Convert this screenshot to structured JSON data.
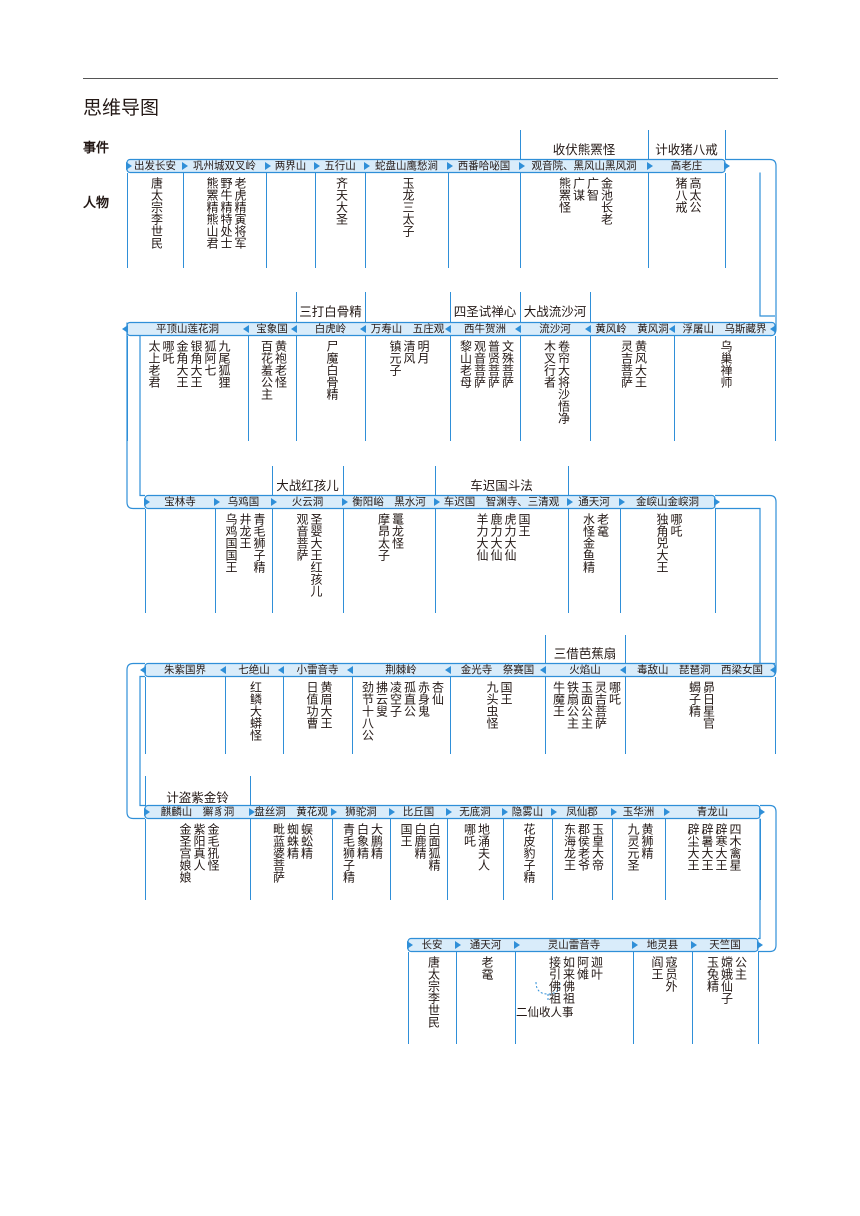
{
  "title": "思维导图",
  "labels": {
    "events": "事件",
    "people": "人物"
  },
  "rows": [
    {
      "places": [
        "出发长安",
        "巩州城双叉岭",
        "两界山",
        "五行山",
        "蛇盘山鹰愁涧",
        "西番哈咇国",
        "观音院、黑风山黑风洞",
        "高老庄"
      ],
      "characters": [
        [
          "唐太宗李世民"
        ],
        [
          "老虎精寅将军",
          "野牛精特处士",
          "熊罴精熊山君"
        ],
        [],
        [
          "齐天大圣"
        ],
        [
          "玉龙三太子"
        ],
        [],
        [
          "金池长老",
          "广智",
          "广谋",
          "熊罴怪"
        ],
        [
          "高太公",
          "猪八戒"
        ]
      ],
      "events": [
        "收伏熊罴怪",
        "计收猪八戒"
      ]
    },
    {
      "places": [
        "平顶山莲花洞",
        "宝象国",
        "白虎岭",
        "万寿山　五庄观",
        "西牛贺洲",
        "流沙河",
        "黄风岭　黄风洞",
        "浮屠山　乌斯藏界"
      ],
      "characters": [
        [
          "九尾狐狸",
          "狐阿七",
          "银角大王",
          "金角大王",
          "哪吒",
          "太上老君"
        ],
        [
          "黄袍老怪",
          "百花羞公主"
        ],
        [
          "尸魔白骨精"
        ],
        [
          "明月",
          "清风",
          "镇元子"
        ],
        [
          "文殊菩萨",
          "普贤菩萨",
          "观音菩萨",
          "黎山老母"
        ],
        [
          "卷帘大将沙悟净",
          "木叉行者"
        ],
        [
          "黄风大王",
          "灵吉菩萨"
        ],
        [
          "乌巢禅师"
        ]
      ],
      "events": [
        "三打白骨精",
        "四圣试禅心",
        "大战流沙河"
      ]
    },
    {
      "places": [
        "宝林寺",
        "乌鸡国",
        "火云洞",
        "衡阳峪　黑水河",
        "车迟国　智渊寺、三清观",
        "通天河",
        "金㟮山金㟮洞"
      ],
      "characters": [
        [],
        [
          "青毛狮子精",
          "井龙王",
          "乌鸡国国王"
        ],
        [
          "圣婴大王红孩儿",
          "观音菩萨"
        ],
        [
          "鼍龙怪",
          "摩昂太子"
        ],
        [
          "国王",
          "虎力大仙",
          "鹿力大仙",
          "羊力大仙"
        ],
        [
          "老鼋",
          "水怪金鱼精"
        ],
        [
          "哪吒",
          "独角兕大王"
        ]
      ],
      "events": [
        "大战红孩儿",
        "车迟国斗法"
      ]
    },
    {
      "places": [
        "朱紫国界",
        "七绝山",
        "小雷音寺",
        "荆棘岭",
        "金光寺　祭赛国",
        "火焰山",
        "毒敌山　琵琶洞　西梁女国"
      ],
      "characters": [
        [],
        [
          "红鳞大蟒怪"
        ],
        [
          "黄眉大王",
          "日值功曹"
        ],
        [
          "杏仙",
          "赤身鬼",
          "孤直公",
          "凌空子",
          "拂云叟",
          "劲节十八公"
        ],
        [
          "国王",
          "九头虫怪"
        ],
        [
          "哪吒",
          "灵吉菩萨",
          "玉面公主",
          "铁扇公主",
          "牛魔王"
        ],
        [
          "昴日星官",
          "蝎子精"
        ]
      ],
      "events": [
        "三借芭蕉扇"
      ]
    },
    {
      "places": [
        "麒麟山　獬豸洞",
        "盘丝洞　黄花观",
        "狮驼洞",
        "比丘国",
        "无底洞",
        "隐雾山",
        "凤仙郡",
        "玉华洲",
        "青龙山"
      ],
      "characters": [
        [
          "金毛犼怪",
          "紫阳真人",
          "金圣宫娘娘"
        ],
        [
          "蜈蚣精",
          "蜘蛛精",
          "毗蓝婆菩萨"
        ],
        [
          "大鹏精",
          "白象精",
          "青毛狮子精"
        ],
        [
          "白面狐精",
          "白鹿精",
          "国王"
        ],
        [
          "地涌夫人",
          "哪吒"
        ],
        [
          "花皮豹子精"
        ],
        [
          "玉皇大帝",
          "郡侯老爷",
          "东海龙王"
        ],
        [
          "黄狮精",
          "九灵元圣"
        ],
        [
          "四木禽星",
          "辟寒大王",
          "辟暑大王",
          "辟尘大王"
        ]
      ],
      "events": [
        "计盗紫金铃"
      ]
    },
    {
      "places": [
        "长安",
        "通天河",
        "灵山雷音寺",
        "地灵县",
        "天竺国"
      ],
      "characters": [
        [
          "唐太宗李世民"
        ],
        [
          "老鼋"
        ],
        [
          "迦叶",
          "阿傩",
          "如来佛祖",
          "接引佛祖"
        ],
        [
          "寇员外",
          "阎王"
        ],
        [
          "公主",
          "嫦娥仙子",
          "玉兔精"
        ]
      ],
      "events": [],
      "note": "二仙收人事"
    }
  ],
  "colors": {
    "accent": "#2f8fd8",
    "band": "#d9ecfa",
    "text": "#231815"
  }
}
